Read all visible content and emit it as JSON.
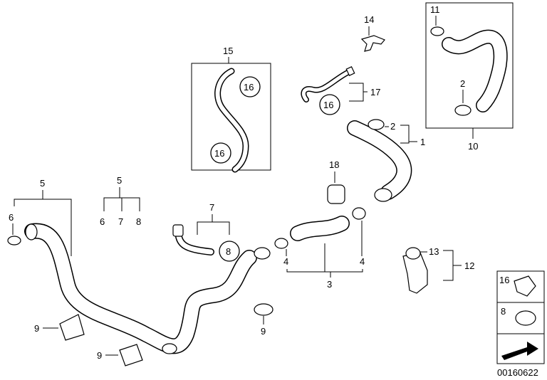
{
  "diagram_code": "00160622",
  "labels": {
    "l1": "1",
    "l2a": "2",
    "l2b": "2",
    "l3": "3",
    "l4a": "4",
    "l4b": "4",
    "l5a": "5",
    "l5b": "5",
    "l6": "6",
    "l7a": "7",
    "l7b": "7",
    "l8a": "8",
    "l8c": "8",
    "l8d": "8",
    "l9a": "9",
    "l9b": "9",
    "l9c": "9",
    "l10": "10",
    "l11": "11",
    "l12": "12",
    "l13": "13",
    "l14": "14",
    "l15": "15",
    "l16a": "16",
    "l16b": "16",
    "l16c": "16",
    "l16d": "16",
    "l17": "17",
    "l18": "18"
  }
}
